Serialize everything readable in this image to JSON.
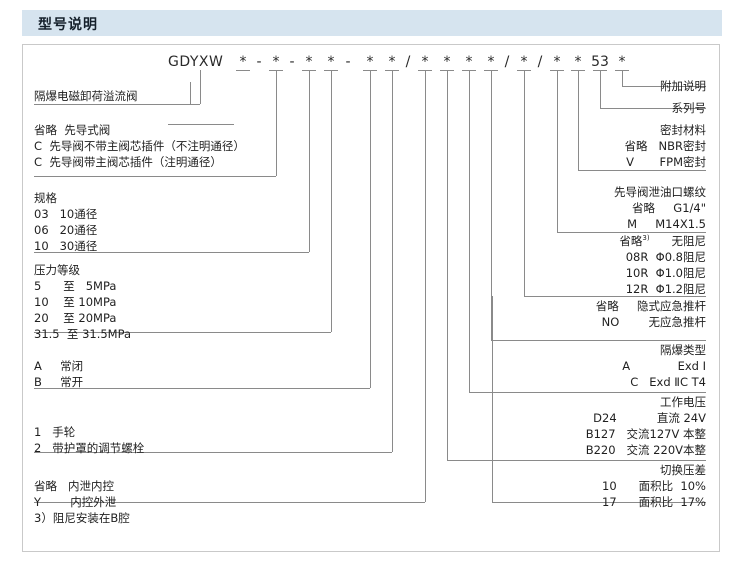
{
  "header": {
    "title": "型号说明"
  },
  "code": {
    "prefix": "GDYXW",
    "tokens": [
      "*",
      "-",
      "*",
      "-",
      "*",
      "*",
      "-",
      "*",
      "*",
      "/",
      "*",
      "*",
      "*",
      "*",
      "/",
      "*",
      "/",
      "*",
      "*",
      "53",
      "*"
    ]
  },
  "left_column": [
    {
      "name": "product-name",
      "lines": [
        "隔爆电磁卸荷溢流阀"
      ]
    },
    {
      "name": "pilot-type",
      "lines": [
        "省略  先导式阀",
        "C  先导阀不带主阀芯插件（不注明通径）",
        "C  先导阀带主阀芯插件（注明通径）"
      ]
    },
    {
      "name": "size-spec",
      "lines": [
        "规格",
        "03   10通径",
        "06   20通径",
        "10   30通径"
      ]
    },
    {
      "name": "pressure-rating",
      "lines": [
        "压力等级",
        "5      至   5MPa",
        "10    至 10MPa",
        "20    至 20MPa",
        "31.5  至 31.5MPa"
      ]
    },
    {
      "name": "normally-state",
      "lines": [
        "A     常闭",
        "B     常开"
      ]
    },
    {
      "name": "adjust-type",
      "lines": [
        "1   手轮",
        "2   带护罩的调节螺栓"
      ]
    },
    {
      "name": "drain-control",
      "lines": [
        "省略   内泄内控",
        "Y        内控外泄"
      ]
    }
  ],
  "footnote": "3）阻尼安装在B腔",
  "right_column": [
    {
      "name": "additional-note",
      "lines": [
        "附加说明"
      ]
    },
    {
      "name": "series-number",
      "lines": [
        "系列号"
      ]
    },
    {
      "name": "seal-material",
      "lines": [
        "密封材料",
        "省略   NBR密封",
        "V       FPM密封"
      ]
    },
    {
      "name": "pilot-drain-thread",
      "lines": [
        "先导阀泄油口螺纹",
        "省略     G1/4\"",
        "M     M14X1.5"
      ]
    },
    {
      "name": "damping",
      "lines": [
        "省略3)      无阻尼",
        "08R  Φ0.8阻尼",
        "10R  Φ1.0阻尼",
        "12R  Φ1.2阻尼"
      ]
    },
    {
      "name": "emergency-rod",
      "lines": [
        "省略     隐式应急推杆",
        "NO        无应急推杆"
      ]
    },
    {
      "name": "explosion-proof-type",
      "lines": [
        "隔爆类型",
        "A             Exd Ⅰ",
        "C   Exd ⅡC T4"
      ]
    },
    {
      "name": "working-voltage",
      "lines": [
        "工作电压",
        "D24           直流 24V",
        "B127   交流127V 本整",
        "B220   交流 220V本整"
      ]
    },
    {
      "name": "switch-pressure-diff",
      "lines": [
        "切换压差",
        "10      面积比  10%",
        "17      面积比  17%"
      ]
    }
  ],
  "colors": {
    "header_bar": "#d6e4ef",
    "line": "#8a8a8a",
    "text": "#1f1f1f"
  }
}
